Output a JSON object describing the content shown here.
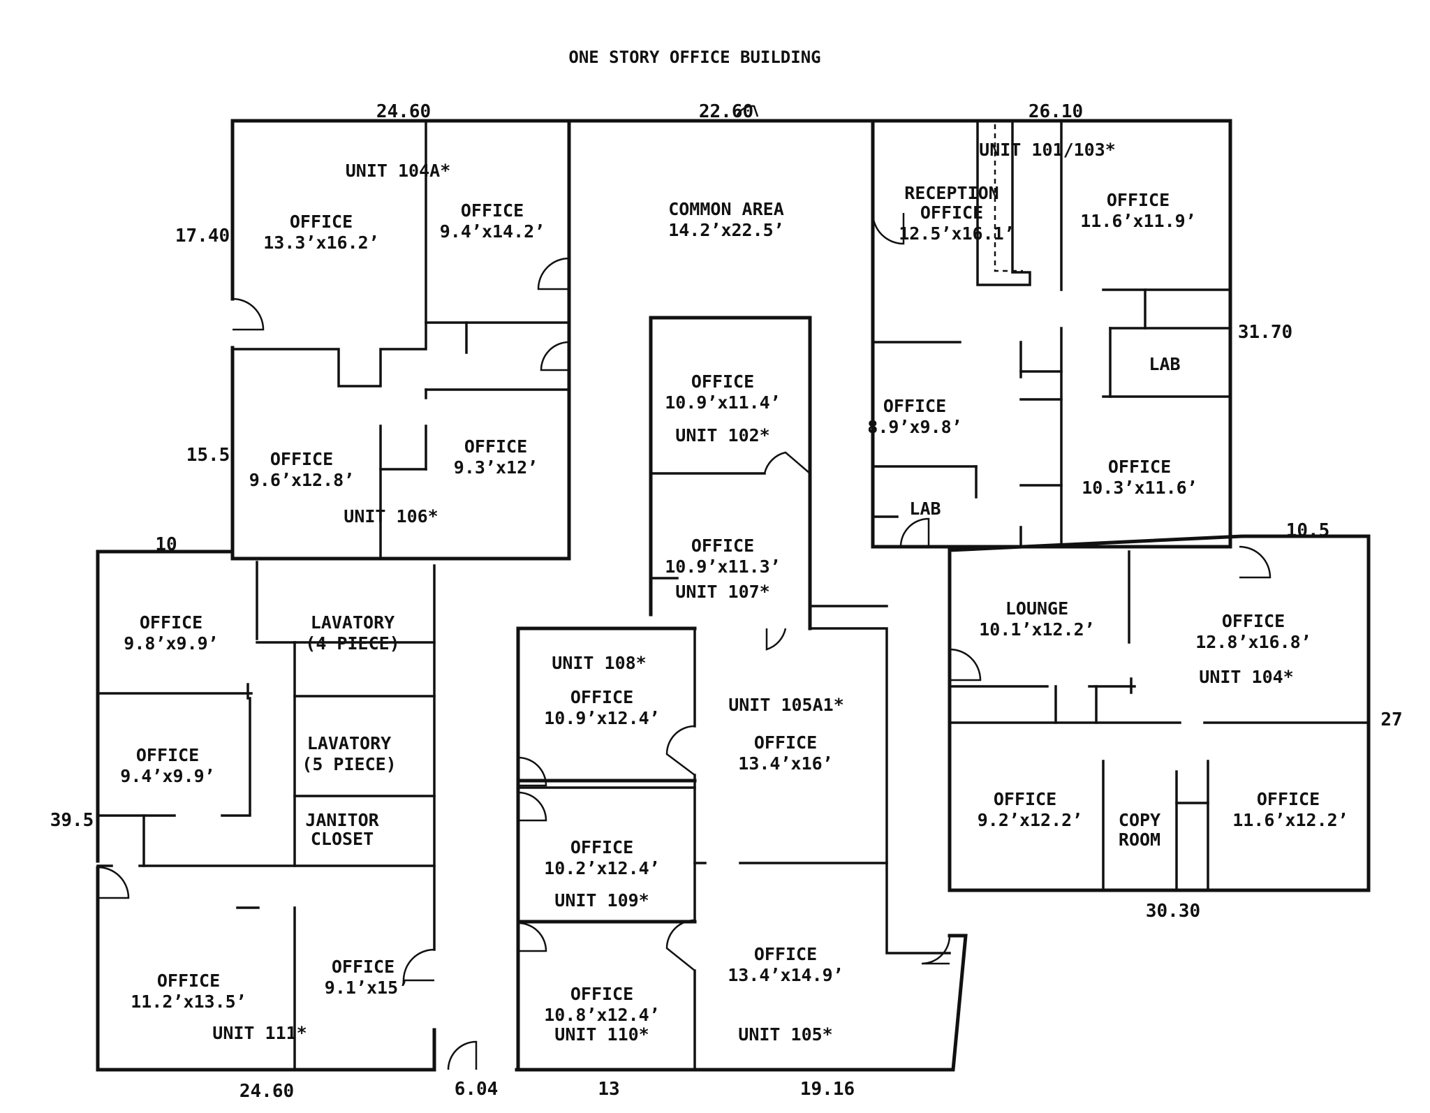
{
  "title": "ONE STORY OFFICE BUILDING",
  "dimensions": {
    "top_left": "24.60",
    "top_mid": "22.60",
    "top_right": "26.10",
    "left_upper": "17.40",
    "left_mid": "15.5",
    "left_wing_top": "10",
    "left_lower": "39.5",
    "right_upper": "31.70",
    "right_wing_top": "10.5",
    "right_lower": "27",
    "right_wing_bottom": "30.30",
    "bottom_left": "24.60",
    "bottom_corridor": "6.04",
    "bottom_mid": "13",
    "bottom_right": "19.16"
  },
  "rooms": {
    "unit104a_label": "UNIT 104A*",
    "office_133_label": "OFFICE",
    "office_133_size": "13.3’x16.2’",
    "office_94a_label": "OFFICE",
    "office_94a_size": "9.4’x14.2’",
    "common_label": "COMMON AREA",
    "common_size": "14.2’x22.5’",
    "unit101_label": "UNIT 101/103*",
    "reception_label": "RECEPTION",
    "reception_office_label": "OFFICE",
    "reception_size": "12.5’x16.1’",
    "office_116a_label": "OFFICE",
    "office_116a_size": "11.6’x11.9’",
    "lab1_label": "LAB",
    "office_89_label": "OFFICE",
    "office_89_size": "8.9’x9.8’",
    "office_103_label": "OFFICE",
    "office_103_size": "10.3’x11.6’",
    "lab2_label": "LAB",
    "office_102_label": "OFFICE",
    "office_102_size": "10.9’x11.4’",
    "unit102_label": "UNIT 102*",
    "office_107_label": "OFFICE",
    "office_107_size": "10.9’x11.3’",
    "unit107_label": "UNIT 107*",
    "office_96_label": "OFFICE",
    "office_96_size": "9.6’x12.8’",
    "office_93_label": "OFFICE",
    "office_93_size": "9.3’x12’",
    "unit106_label": "UNIT 106*",
    "office_98_label": "OFFICE",
    "office_98_size": "9.8’x9.9’",
    "lav4_label": "LAVATORY",
    "lav4_sub": "(4 PIECE)",
    "lav5_label": "LAVATORY",
    "lav5_sub": "(5 PIECE)",
    "office_94b_label": "OFFICE",
    "office_94b_size": "9.4’x9.9’",
    "janitor_label": "JANITOR",
    "janitor_sub": "CLOSET",
    "office_112_label": "OFFICE",
    "office_112_size": "11.2’x13.5’",
    "unit111_label": "UNIT 111*",
    "office_91_label": "OFFICE",
    "office_91_size": "9.1’x15’",
    "unit108_label": "UNIT 108*",
    "office_108_label": "OFFICE",
    "office_108_size": "10.9’x12.4’",
    "unit105a1_label": "UNIT 105A1*",
    "office_134a_label": "OFFICE",
    "office_134a_size": "13.4’x16’",
    "office_109_label": "OFFICE",
    "office_109_size": "10.2’x12.4’",
    "unit109_label": "UNIT 109*",
    "office_110_label": "OFFICE",
    "office_110_size": "10.8’x12.4’",
    "unit110_label": "UNIT 110*",
    "office_134b_label": "OFFICE",
    "office_134b_size": "13.4’x14.9’",
    "unit105_label": "UNIT 105*",
    "lounge_label": "LOUNGE",
    "lounge_size": "10.1’x12.2’",
    "office_128_label": "OFFICE",
    "office_128_size": "12.8’x16.8’",
    "unit104_label": "UNIT 104*",
    "office_92_label": "OFFICE",
    "office_92_size": "9.2’x12.2’",
    "copy_label": "COPY",
    "copy_sub": "ROOM",
    "office_116b_label": "OFFICE",
    "office_116b_size": "11.6’x12.2’"
  }
}
